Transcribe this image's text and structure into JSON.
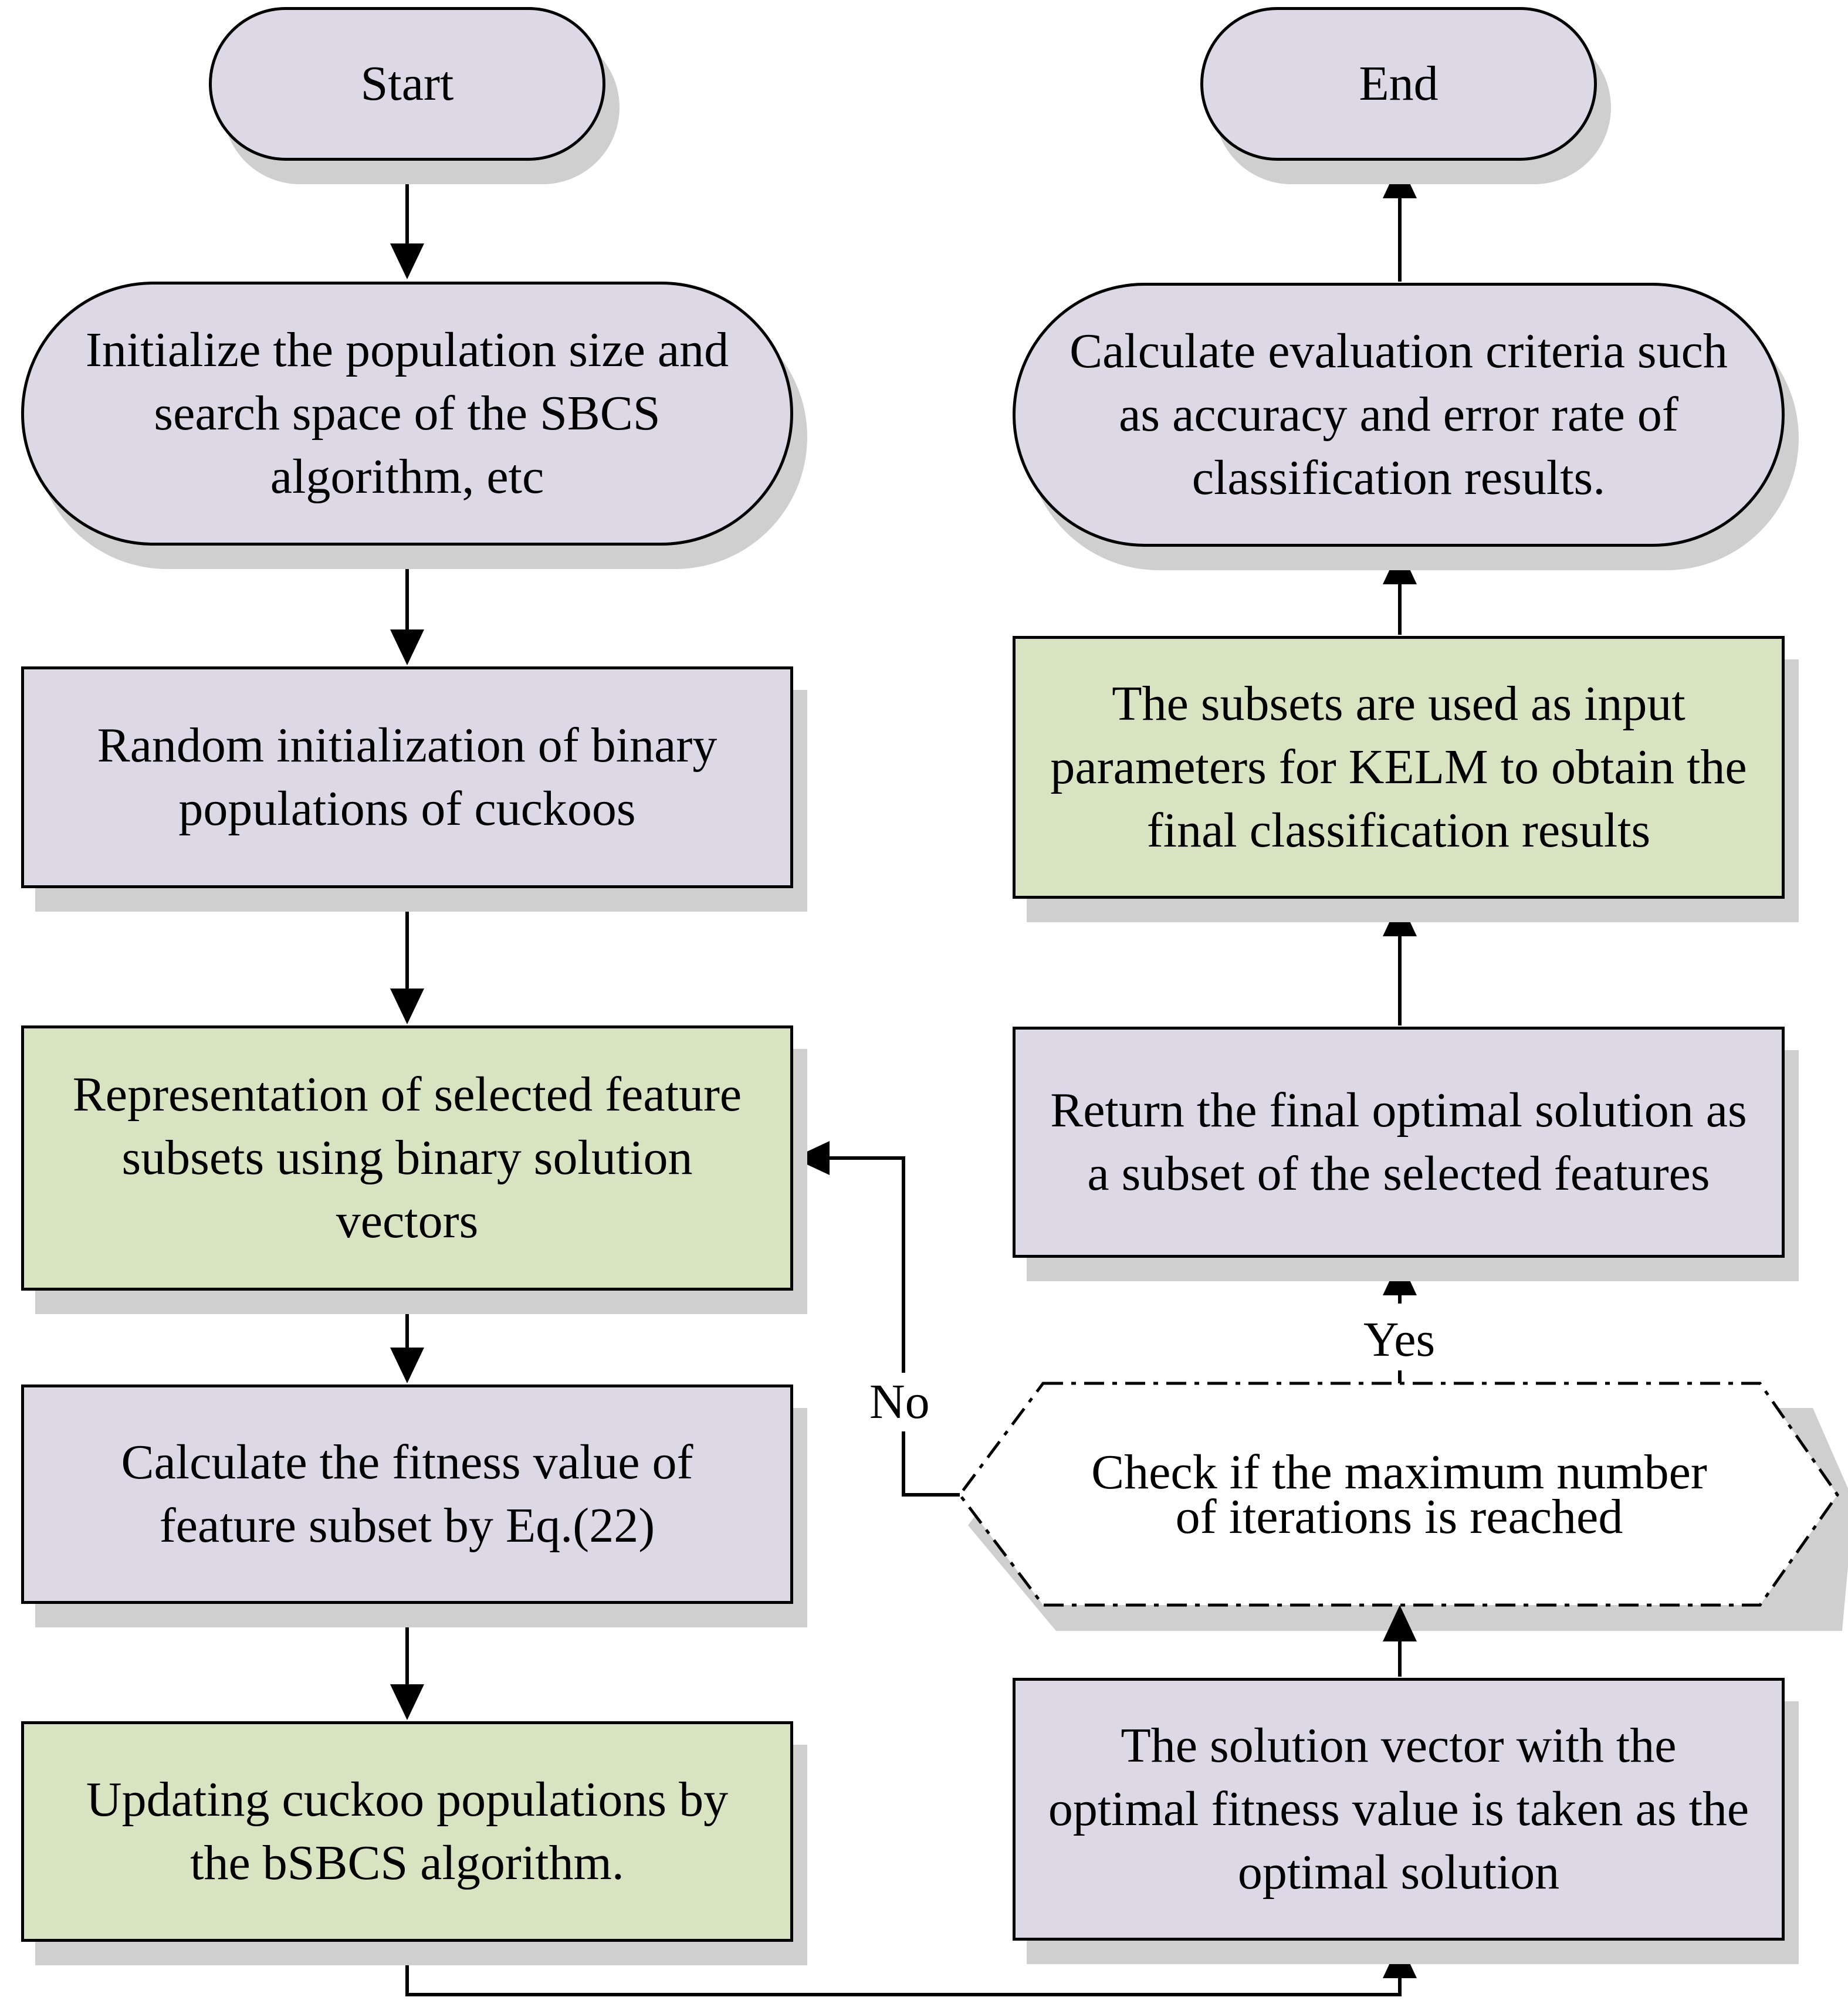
{
  "nodes": {
    "start": "Start",
    "init": "Initialize the population size and\nsearch space of the SBCS\nalgorithm, etc",
    "random_init": "Random initialization of binary\npopulations of cuckoos",
    "representation": "Representation of selected feature\nsubsets using binary solution\nvectors",
    "fitness": "Calculate the fitness value of\nfeature subset by Eq.(22)",
    "updating": "Updating cuckoo populations by\nthe bSBCS algorithm.",
    "solution_vector": "The solution vector with the\noptimal fitness value is taken as the\noptimal solution",
    "check": "Check if the maximum number\nof iterations is reached",
    "return_final": "Return the final optimal solution as\na subset of the selected features",
    "kelm": "The subsets are used as input\nparameters for KELM to obtain the\nfinal classification results",
    "evaluate": "Calculate evaluation criteria such\nas accuracy and error rate of\nclassification results.",
    "end": "End"
  },
  "edge_labels": {
    "no": "No",
    "yes": "Yes"
  },
  "colors": {
    "purple_fill": "#dcd8e6",
    "green_fill": "#d8e3c2",
    "shadow": "#cfcfcf",
    "stroke": "#000000"
  }
}
